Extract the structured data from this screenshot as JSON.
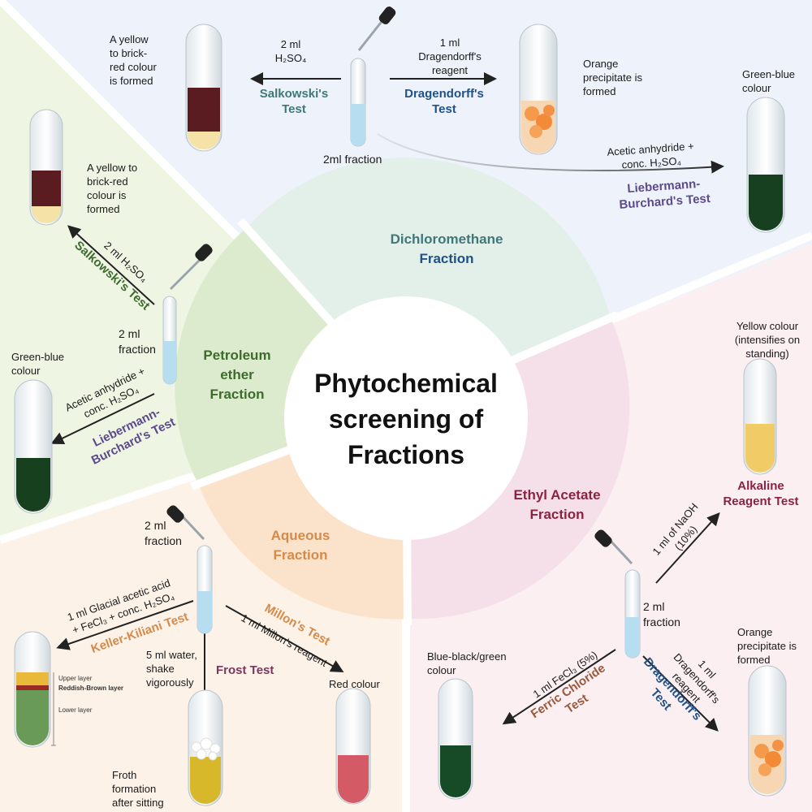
{
  "title": "Phytochemical screening of Fractions",
  "colors": {
    "bg_dcm": "#eef3fb",
    "bg_pet": "#eef6e3",
    "bg_eth": "#fbeff2",
    "bg_aq": "#fdf2e8",
    "ring_dcm": "#e3efe9",
    "ring_pet": "#dcebcd",
    "ring_eth": "#f5e0e9",
    "ring_aq": "#fbe3cb",
    "teal": "#3f7878",
    "blue": "#20528a",
    "purple": "#5c4a8c",
    "green": "#3d6b2d",
    "maroon": "#8a2340",
    "orange": "#d58a4a",
    "brown": "#9a5a3c"
  },
  "fractions": {
    "dcm": {
      "line1": "Dichloromethane",
      "line2": "Fraction"
    },
    "pet": {
      "line1": "Petroleum",
      "line2": "ether",
      "line3": "Fraction"
    },
    "eth": {
      "line1": "Ethyl Acetate",
      "line2": "Fraction"
    },
    "aq": {
      "line1": "Aqueous",
      "line2": "Fraction"
    }
  },
  "dcm": {
    "fraction_label": "2ml fraction",
    "salk_reagent_1": "2 ml",
    "salk_reagent_2": "H₂SO₄",
    "salk_test_1": "Salkowski's",
    "salk_test_2": "Test",
    "salk_result_1": "A yellow",
    "salk_result_2": "to brick-",
    "salk_result_3": "red colour",
    "salk_result_4": "is formed",
    "drag_reagent_1": "1 ml",
    "drag_reagent_2": "Dragendorff's",
    "drag_reagent_3": "reagent",
    "drag_test_1": "Dragendorff's",
    "drag_test_2": "Test",
    "drag_result_1": "Orange",
    "drag_result_2": "precipitate is",
    "drag_result_3": "formed",
    "lb_reagent_1": "Acetic anhydride +",
    "lb_reagent_2": "conc. H₂SO₄",
    "lb_test_1": "Liebermann-",
    "lb_test_2": "Burchard's Test",
    "lb_result_1": "Green-blue",
    "lb_result_2": "colour"
  },
  "pet": {
    "fraction_1": "2 ml",
    "fraction_2": "fraction",
    "salk_result_1": "A yellow to",
    "salk_result_2": "brick-red",
    "salk_result_3": "colour is",
    "salk_result_4": "formed",
    "salk_reagent": "2 ml H₂SO₄",
    "salk_test": "Salkowski's Test",
    "lb_reagent_1": "Acetic anhydride +",
    "lb_reagent_2": "conc. H₂SO₄",
    "lb_test_1": "Liebermann-",
    "lb_test_2": "Burchard's Test",
    "lb_result_1": "Green-blue",
    "lb_result_2": "colour"
  },
  "eth": {
    "fraction_1": "2 ml",
    "fraction_2": "fraction",
    "alk_reagent_1": "1 ml of NaOH",
    "alk_reagent_2": "(10%)",
    "alk_test_1": "Alkaline",
    "alk_test_2": "Reagent Test",
    "alk_result_1": "Yellow colour",
    "alk_result_2": "(intensifies on",
    "alk_result_3": "standing)",
    "fecl_reagent": "1 ml FeCl₃ (5%)",
    "fecl_test_1": "Ferric Chloride",
    "fecl_test_2": "Test",
    "fecl_result_1": "Blue-black/green",
    "fecl_result_2": "colour",
    "drag_reagent_1": "1 ml",
    "drag_reagent_2": "Dragendorff's",
    "drag_reagent_3": "reagent",
    "drag_test_1": "Dragendorff's",
    "drag_test_2": "Test",
    "drag_result_1": "Orange",
    "drag_result_2": "precipitate is",
    "drag_result_3": "formed"
  },
  "aq": {
    "fraction_1": "2 ml",
    "fraction_2": "fraction",
    "kk_reagent_1": "1 ml Glacial acetic acid",
    "kk_reagent_2": "+ FeCl₃ + conc. H₂SO₄",
    "kk_test": "Keller-Kiliani Test",
    "kk_upper": "Upper layer",
    "kk_middle": "Reddish-Brown layer",
    "kk_lower": "Lower layer",
    "frost_reagent_1": "5 ml water,",
    "frost_reagent_2": "shake",
    "frost_reagent_3": "vigorously",
    "frost_test": "Frost Test",
    "frost_result_1": "Froth",
    "frost_result_2": "formation",
    "frost_result_3": "after sitting",
    "millon_test": "Millon's Test",
    "millon_reagent": "1 ml Millon's reagent",
    "millon_result": "Red colour"
  }
}
